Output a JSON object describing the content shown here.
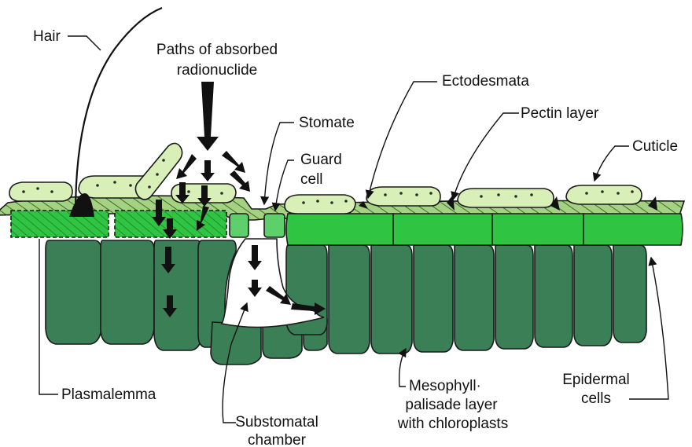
{
  "labels": {
    "hair": "Hair",
    "paths": [
      "Paths of absorbed",
      "radionuclide"
    ],
    "ectodesmata": "Ectodesmata",
    "stomate": "Stomate",
    "pectin": "Pectin layer",
    "guard": [
      "Guard",
      "cell"
    ],
    "cuticle": "Cuticle",
    "plasmalemma": "Plasmalemma",
    "substomatal": [
      "Substomatal",
      "chamber"
    ],
    "mesophyll": [
      "Mesophyll·",
      "palisade layer",
      "with chloroplasts"
    ],
    "epidermal": [
      "Epidermal",
      "cells"
    ]
  },
  "colors": {
    "epidermis_green": "#2fc441",
    "guard_green": "#5fcf6c",
    "palisade_green": "#3a7f56",
    "cuticle_cell_fill": "#d8f0b8",
    "pectin_band": "#a4d182",
    "arrow": "#111111"
  }
}
